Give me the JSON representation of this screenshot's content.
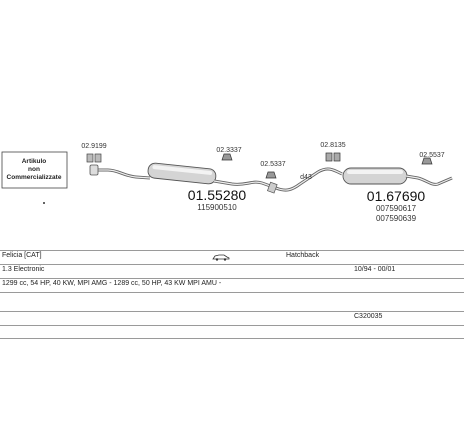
{
  "diagram": {
    "note_box": [
      "Artikulo",
      "non",
      "Commercializzate"
    ],
    "parts": [
      {
        "id": "02.9199"
      },
      {
        "id": "02.3337"
      },
      {
        "id": "02.5337"
      },
      {
        "id": "02.8135"
      },
      {
        "id": "02.5537"
      },
      {
        "id": "01.55280",
        "refs": [
          "115900510"
        ]
      },
      {
        "id": "01.67690",
        "refs": [
          "007590617",
          "007590639"
        ]
      }
    ],
    "pipe_label": "d43"
  },
  "table": {
    "model": "Felicia  [CAT]",
    "car_icon": "car-icon",
    "body": "Hatchback",
    "engine": "1.3 Electronic",
    "date_range": "10/94 - 00/01",
    "spec": "1299 cc, 54 HP, 40 KW, MPI AMG - 1289 cc, 50 HP, 43 KW MPI AMU -",
    "code": "C320035"
  }
}
